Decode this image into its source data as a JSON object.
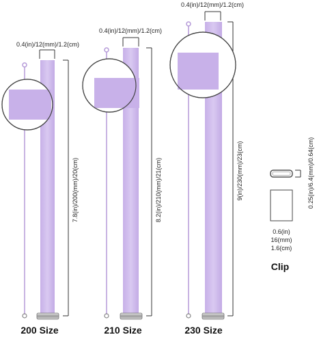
{
  "sizes": [
    {
      "name": "200 Size",
      "width_label": "0.4(in)/12(mm)/1.2(cm)",
      "length_label": "7.8(in)/200(mm)/20(cm)"
    },
    {
      "name": "210 Size",
      "width_label": "0.4(in)/12(mm)/1.2(cm)",
      "length_label": "8.2(in)/210(mm)/21(cm)"
    },
    {
      "name": "230 Size",
      "width_label": "0.4(in)/12(mm)/1.2(cm)",
      "length_label": "9(in)/230(mm)/23(cm)"
    }
  ],
  "clip": {
    "title": "Clip",
    "height_label": "0.25(in)/6.4(mm)/0.64(cm)",
    "width_label_lines": [
      "0.6(in)",
      "16(mm)",
      "1.6(cm)"
    ]
  },
  "colors": {
    "strap": "#cfb9ec",
    "strap_dark": "#b9a0dd",
    "line": "#333333",
    "metal": "#9a9a9a"
  }
}
